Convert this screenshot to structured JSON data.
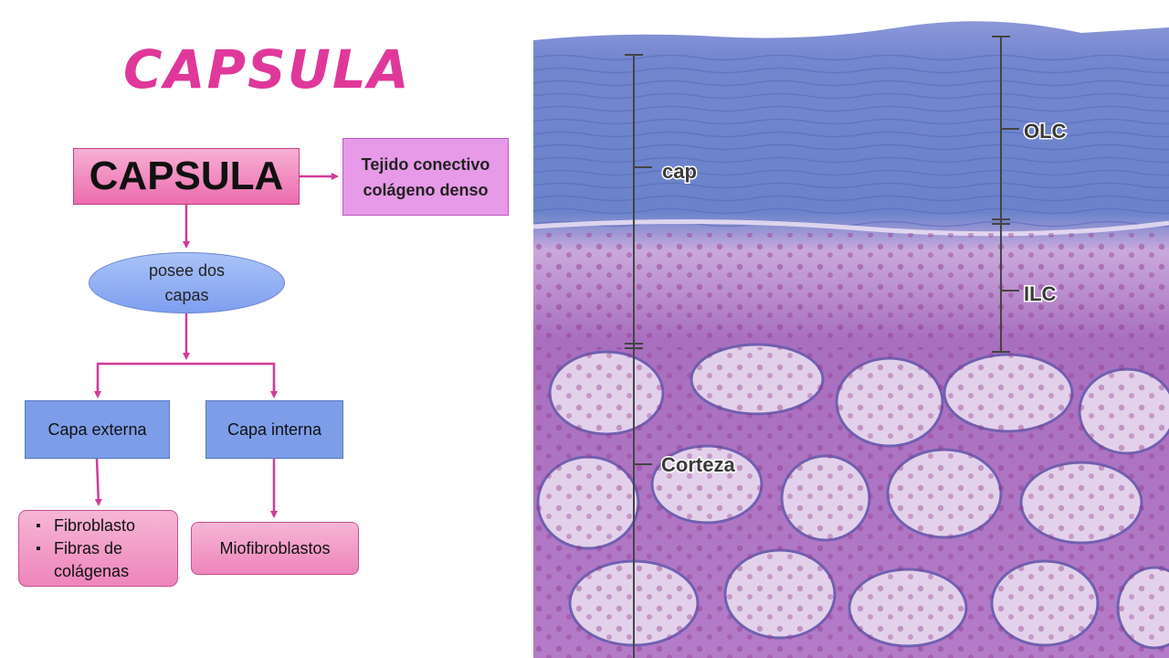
{
  "title": "CAPSULA",
  "diagram": {
    "main_node": "CAPSULA",
    "tejido_line1": "Tejido conectivo",
    "tejido_line2": "colágeno denso",
    "posee_line1": "posee dos",
    "posee_line2": "capas",
    "capa_externa": "Capa externa",
    "capa_interna": "Capa interna",
    "externa_items": [
      "Fibroblasto",
      "Fibras de colágenas"
    ],
    "interna_item": "Miofibroblastos"
  },
  "micrograph": {
    "labels": {
      "cap": "cap",
      "olc": "OLC",
      "ilc": "ILC",
      "corteza": "Corteza"
    }
  },
  "colors": {
    "title": "#e0389a",
    "connector": "#d4399b",
    "main_node": "#ec6cae",
    "tejido_node": "#e79ae8",
    "posee_node": "#8fadf2",
    "capa_nodes": "#7d9de9",
    "leaf_nodes": "#ee85bb",
    "capsule_stain": "#6f86cf",
    "cortex_stain": "#b47cc8"
  }
}
